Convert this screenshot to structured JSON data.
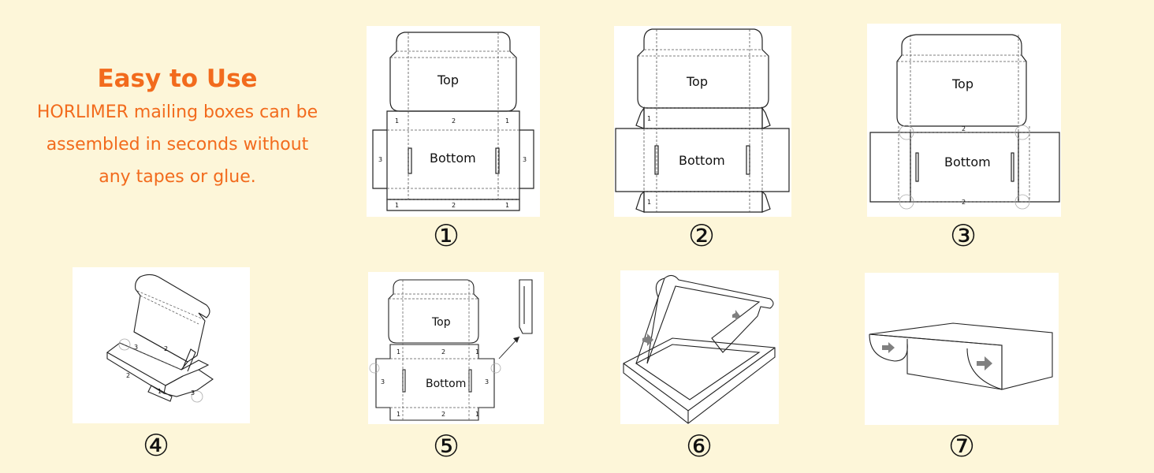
{
  "intro": {
    "title": "Easy to Use",
    "lines": [
      "HORLIMER mailing boxes can be",
      "assembled in seconds without",
      "any tapes or glue."
    ]
  },
  "labels": {
    "top": "Top",
    "bottom": "Bottom",
    "n1": "1",
    "n2": "2",
    "n3": "3"
  },
  "steps": [
    "①",
    "②",
    "③",
    "④",
    "⑤",
    "⑥",
    "⑦"
  ],
  "colors": {
    "accent": "#f26b1d",
    "background": "#fdf6d9",
    "line": "#222222",
    "arrow": "#808080"
  }
}
